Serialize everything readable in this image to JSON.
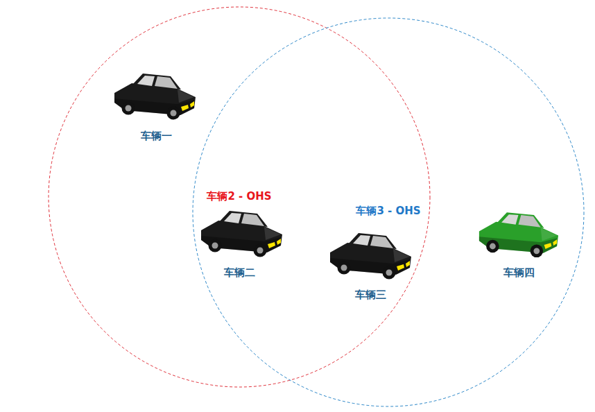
{
  "diagram": {
    "labels": [
      "车辆一",
      "车辆2 - OHS",
      "车辆3 - OHS",
      "车辆二",
      "车辆三",
      "车辆四"
    ]
  }
}
